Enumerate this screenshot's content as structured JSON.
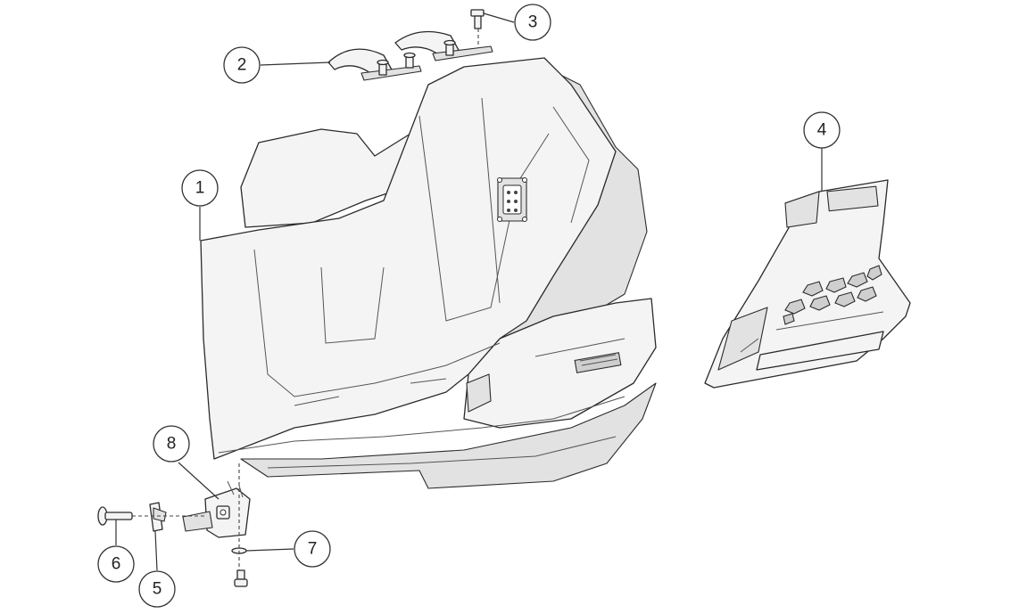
{
  "callouts": [
    {
      "id": 1,
      "label": "1"
    },
    {
      "id": 2,
      "label": "2"
    },
    {
      "id": 3,
      "label": "3"
    },
    {
      "id": 4,
      "label": "4"
    },
    {
      "id": 5,
      "label": "5"
    },
    {
      "id": 6,
      "label": "6"
    },
    {
      "id": 7,
      "label": "7"
    },
    {
      "id": 8,
      "label": "8"
    }
  ],
  "colors": {
    "part_fill": "#f4f4f4",
    "line": "#2b2b2b",
    "background": "#ffffff"
  }
}
